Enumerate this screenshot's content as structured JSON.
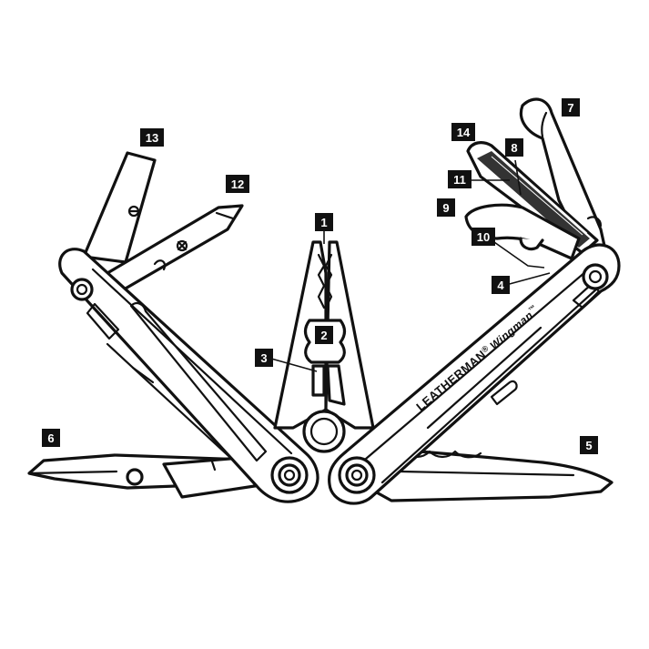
{
  "brand": {
    "name": "LEATHERMAN",
    "registered_mark": "®",
    "model": "Wingman",
    "trademark": "™"
  },
  "callouts": [
    {
      "id": "1",
      "label": "1"
    },
    {
      "id": "2",
      "label": "2"
    },
    {
      "id": "3",
      "label": "3"
    },
    {
      "id": "4",
      "label": "4"
    },
    {
      "id": "5",
      "label": "5"
    },
    {
      "id": "6",
      "label": "6"
    },
    {
      "id": "7",
      "label": "7"
    },
    {
      "id": "8",
      "label": "8"
    },
    {
      "id": "9",
      "label": "9"
    },
    {
      "id": "10",
      "label": "10"
    },
    {
      "id": "11",
      "label": "11"
    },
    {
      "id": "12",
      "label": "12"
    },
    {
      "id": "13",
      "label": "13"
    },
    {
      "id": "14",
      "label": "14"
    }
  ],
  "colors": {
    "line": "#111111",
    "fill": "#ffffff",
    "badge": "#111111",
    "badge_text": "#ffffff"
  }
}
